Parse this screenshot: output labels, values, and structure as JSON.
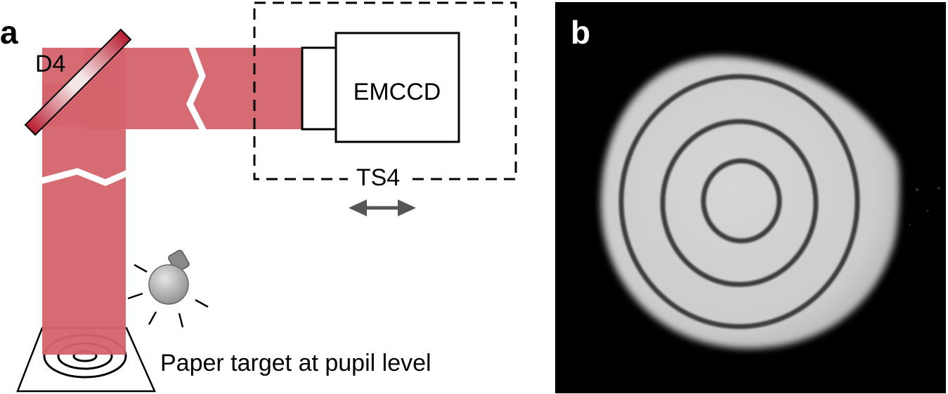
{
  "panel_a": {
    "label": "a",
    "mirror_label": "D4",
    "camera_label": "EMCCD",
    "stage_label": "TS4",
    "target_label": "Paper target at pupil level"
  },
  "panel_b": {
    "label": "b"
  },
  "colors": {
    "beam": "#d4636d",
    "mirror_dark": "#b81c2e",
    "arrow": "#555555",
    "line": "#000000",
    "image_bg": "#000000",
    "disc": "#d2d2d2",
    "ring": "#3c3c3c"
  },
  "icons": {
    "light_source": "bulb-icon",
    "stage_motion": "double-arrow-icon"
  }
}
